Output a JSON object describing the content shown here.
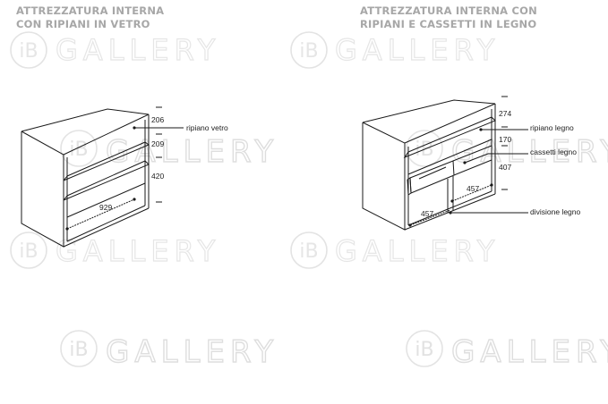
{
  "left_panel": {
    "title_line1": "ATTREZZATURA INTERNA",
    "title_line2": "CON RIPIANI IN VETRO",
    "dims": {
      "top": "206",
      "middle": "209",
      "bottom": "420",
      "width": "929"
    },
    "labels": {
      "shelf": "ripiano vetro"
    }
  },
  "right_panel": {
    "title_line1": "ATTREZZATURA INTERNA CON",
    "title_line2": "RIPIANI E CASSETTI IN LEGNO",
    "dims": {
      "top": "274",
      "middle": "170",
      "bottom": "407",
      "inner_width": "457",
      "outer_width": "457"
    },
    "labels": {
      "shelf": "ripiano legno",
      "drawers": "cassetti legno",
      "divider": "divisione legno"
    }
  },
  "watermark": {
    "logo": "iB",
    "brand": "GALLERY"
  },
  "colors": {
    "heading": "#a7a7a7",
    "line": "#1a1a1a",
    "watermark": "#e2e2e2"
  }
}
